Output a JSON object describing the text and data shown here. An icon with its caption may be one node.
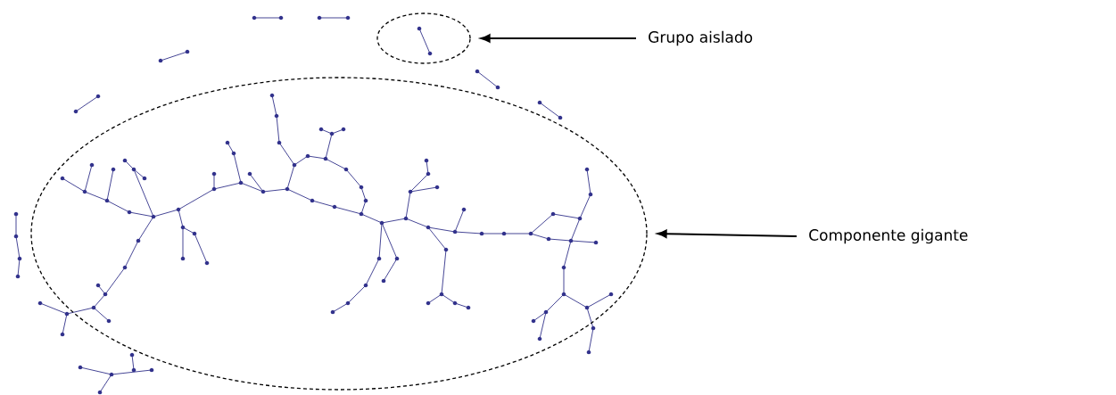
{
  "diagram": {
    "nodes": [
      {
        "text": [],
        "shape": "ellipse"
      },
      {
        "text": [
          "Grupo aislado"
        ]
      },
      {
        "text": [],
        "shape": "ellipse"
      },
      {
        "text": [
          "Componente gigante"
        ]
      }
    ],
    "edges": [
      {
        "from": 1,
        "to": 0,
        "arrow": "to"
      },
      {
        "from": 3,
        "to": 2,
        "arrow": "to"
      }
    ]
  }
}
